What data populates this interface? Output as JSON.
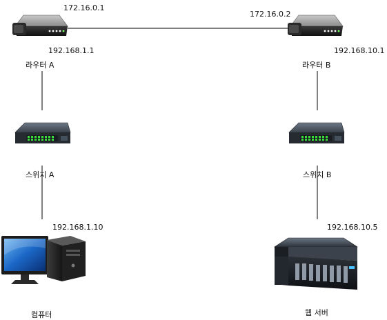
{
  "router_a": {
    "label": "라우터 A",
    "wan_ip": "172.16.0.1",
    "lan_ip": "192.168.1.1"
  },
  "router_b": {
    "label": "라우터 B",
    "wan_ip": "172.16.0.2",
    "lan_ip": "192.168.10.1"
  },
  "switch_a": {
    "label": "스위치 A"
  },
  "switch_b": {
    "label": "스위치 B"
  },
  "computer": {
    "label": "컴퓨터",
    "ip": "192.168.1.10"
  },
  "web_server": {
    "label": "웹 서버",
    "ip": "192.168.10.5"
  },
  "icons": {
    "router": "router-icon",
    "switch": "switch-icon",
    "computer": "computer-icon",
    "server": "server-icon"
  },
  "colors": {
    "link_line": "#000000",
    "switch_port_led": "#3ddc3d"
  }
}
